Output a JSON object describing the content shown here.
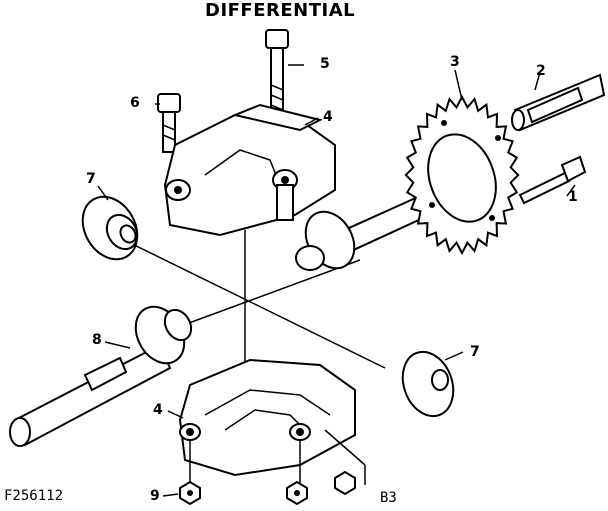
{
  "title": "DIFFERENTIAL",
  "callouts": {
    "c1": "1",
    "c2": "2",
    "c3": "3",
    "c4_top": "4",
    "c4_bottom": "4",
    "c5": "5",
    "c6": "6",
    "c7_left": "7",
    "c7_right": "7",
    "c8": "8",
    "c9": "9"
  },
  "footer": {
    "figure_code": "F256112",
    "page_ref": "B3"
  },
  "colors": {
    "ink": "#000000",
    "paper": "#ffffff"
  },
  "icons": [
    "bolt-icon",
    "gear-icon",
    "axle-shaft-icon",
    "housing-icon",
    "nut-icon",
    "sprocket-icon"
  ]
}
